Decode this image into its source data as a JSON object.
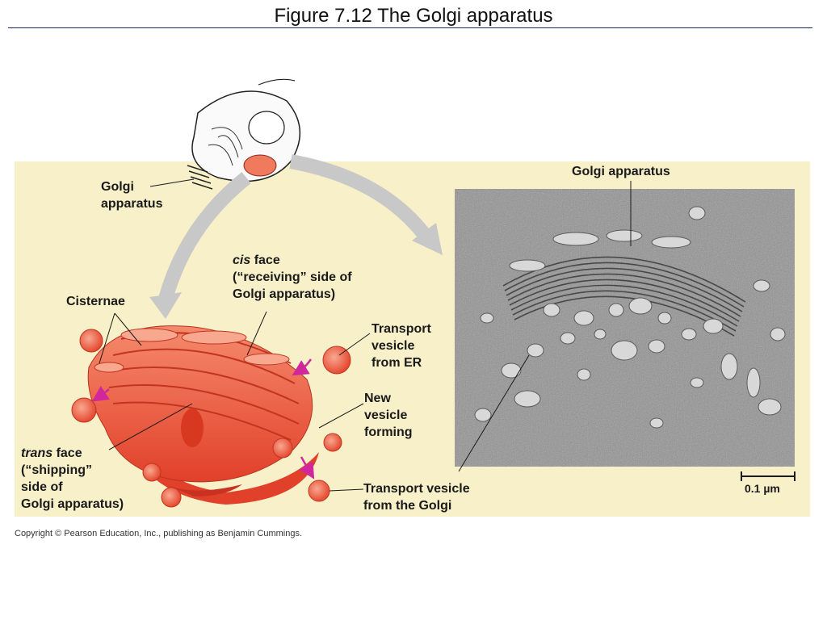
{
  "title": "Figure 7.12  The Golgi apparatus",
  "labels": {
    "golgi_small": "Golgi\napparatus",
    "golgi_micro": "Golgi apparatus",
    "cis_face_em": "cis",
    "cis_face_rest": " face",
    "cis_desc": "(“receiving” side of\nGolgi apparatus)",
    "cisternae": "Cisternae",
    "transport_er": "Transport\nvesicle\nfrom ER",
    "new_vesicle": "New\nvesicle\nforming",
    "trans_face_em": "trans",
    "trans_face_rest": " face",
    "trans_desc": "(“shipping”\nside of\nGolgi apparatus)",
    "transport_golgi": "Transport vesicle\nfrom the Golgi",
    "scale": "0.1 µm"
  },
  "copyright": "Copyright © Pearson Education, Inc., publishing as Benjamin Cummings.",
  "colors": {
    "panel": "#f7f0c9",
    "golgi_fill": "#f06a4e",
    "golgi_light": "#f9a890",
    "arrow_gray": "#c8c8c8",
    "magenta_arrow": "#d0289c",
    "title_rule": "#1a2b5c"
  }
}
